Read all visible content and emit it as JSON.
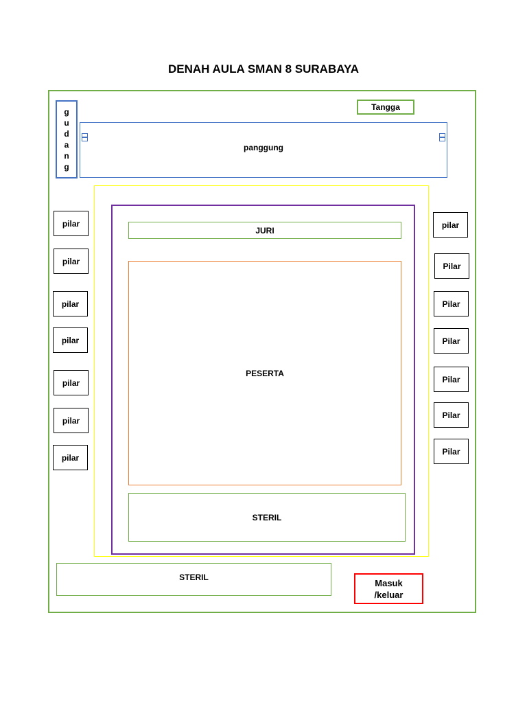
{
  "title": "DENAH AULA SMAN 8 SURABAYA",
  "colors": {
    "hall_border": "#70ad47",
    "stage_border": "#4472c4",
    "yellow_zone": "#ffff00",
    "purple_zone": "#7030a0",
    "peserta_border": "#ed7d31",
    "exit_border": "#ff0000",
    "pillar_border": "#000000"
  },
  "gudang": {
    "letters": [
      "g",
      "u",
      "d",
      "a",
      "n",
      "g"
    ]
  },
  "tangga": "Tangga",
  "panggung": "panggung",
  "juri": "JURI",
  "peserta": "PESERTA",
  "steril_inner": "STERIL",
  "steril_outer": "STERIL",
  "exit": {
    "line1": "Masuk",
    "line2": "/keluar"
  },
  "pillars_left": [
    "pilar",
    "pilar",
    "pilar",
    "pilar",
    "pilar",
    "pilar",
    "pilar"
  ],
  "pillars_right": [
    "pilar",
    "Pilar",
    "Pilar",
    "Pilar",
    "Pilar",
    "Pilar",
    "Pilar"
  ]
}
